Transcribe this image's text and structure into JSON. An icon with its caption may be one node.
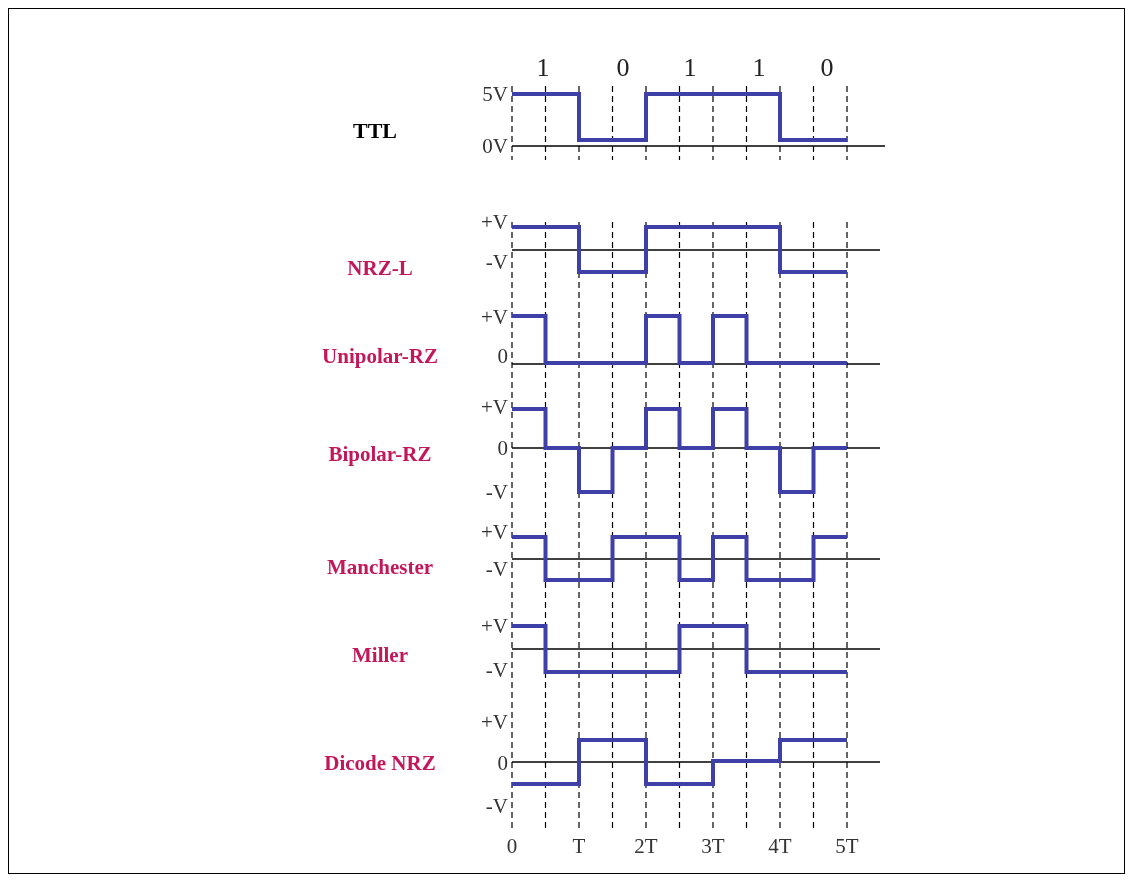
{
  "diagram": {
    "labels": [
      "1",
      "0",
      "1",
      "1",
      "0",
      "5V",
      "TTL",
      "0V",
      "+V",
      "NRZ-L",
      "-V",
      "+V",
      "Unipolar-RZ",
      "0",
      "+V",
      "Bipolar-RZ",
      "0",
      "-V",
      "+V",
      "Manchester",
      "-V",
      "+V",
      "Miller",
      "-V",
      "+V",
      "Dicode NRZ",
      "0",
      "-V",
      "0",
      "T",
      "2T",
      "3T",
      "4T",
      "5T"
    ]
  }
}
